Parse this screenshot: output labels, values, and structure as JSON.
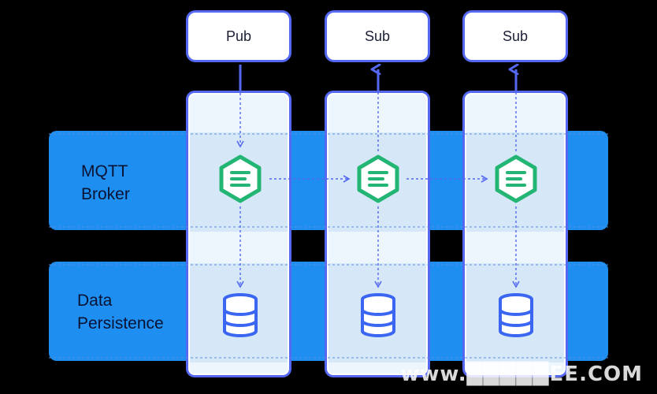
{
  "layers": {
    "broker_label": "MQTT\nBroker",
    "data_label": "Data\nPersistence"
  },
  "clients": [
    {
      "label": "Pub",
      "role": "publisher"
    },
    {
      "label": "Sub",
      "role": "subscriber"
    },
    {
      "label": "Sub",
      "role": "subscriber"
    }
  ],
  "icons": {
    "broker": "mqtt-broker-icon",
    "storage": "database-icon"
  },
  "colors": {
    "band": "#1e8ff0",
    "column_border": "#5468f2",
    "arrow": "#5468f2",
    "broker_icon": "#22b573",
    "database_icon": "#3b66f2"
  },
  "watermark": "www.█████EE.COM"
}
